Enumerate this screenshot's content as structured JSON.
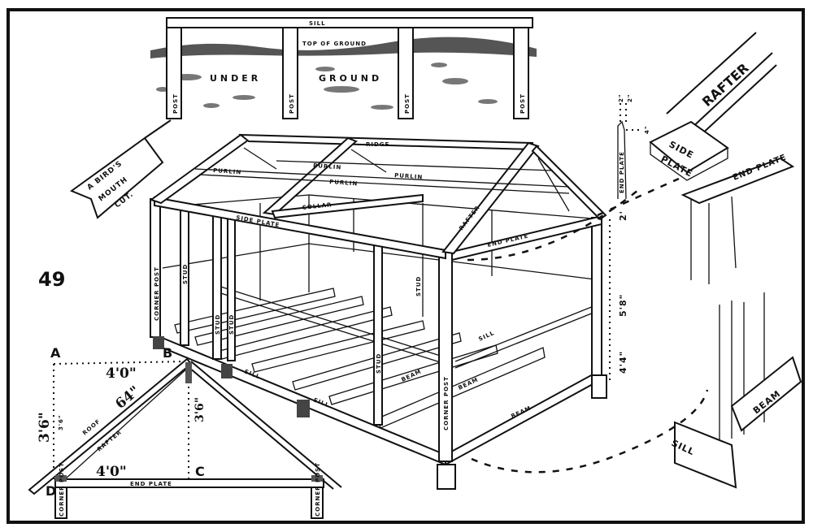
{
  "figure_number": "49",
  "ground_section": {
    "sill": "SILL",
    "top_of_ground": "TOP OF GROUND",
    "under": "UNDER",
    "ground": "GROUND",
    "posts": [
      "POST",
      "POST",
      "POST",
      "POST"
    ]
  },
  "birds_mouth": {
    "line1": "A BIRD'S",
    "line2": "MOUTH",
    "line3": "CUT."
  },
  "frame": {
    "ridge": "RIDGE",
    "purlins": [
      "PURLIN",
      "PURLIN",
      "PURLIN",
      "PURLIN"
    ],
    "collar": "COLLAR",
    "side_plate": "SIDE PLATE",
    "rafter": "RAFTER",
    "end_plate": "END PLATE",
    "studs": [
      "STUD",
      "STUD",
      "STUD",
      "STUD",
      "STUD"
    ],
    "corner_post": "CORNER POST",
    "corner_post_front": "CORNER POST",
    "sill": "SILL",
    "sill_right": "SILL",
    "beams": [
      "BEAM",
      "BEAM",
      "BEAM"
    ],
    "dim_2ft": "2'",
    "dim_5_8": "5'8\"",
    "dim_4_4": "4'4\""
  },
  "end_plate_detail": {
    "label": "END PLATE",
    "dim_top1": "2\"",
    "dim_top2": "2\"",
    "dim_side": "4\""
  },
  "rafter_detail": {
    "rafter": "RAFTER",
    "side": "SIDE",
    "plate": "PLATE",
    "end_plate": "END PLATE"
  },
  "sill_detail": {
    "sill": "SILL",
    "beam": "BEAM"
  },
  "rafter_diagram": {
    "point_a": "A",
    "point_b": "B",
    "point_c": "C",
    "point_d": "D",
    "run_top": "4'0\"",
    "run_bottom": "4'0\"",
    "length": "64\"",
    "rise_left": "3'6\"",
    "rise_left_small": "3'6\"",
    "rise_center": "3'6\"",
    "roof_rafter1": "ROOF",
    "roof_rafter2": "RAFTER",
    "end_plate": "END PLATE",
    "sill": "SILL",
    "corner_post_left": "CORNER POST",
    "corner_post_right": "CORNER POST"
  }
}
